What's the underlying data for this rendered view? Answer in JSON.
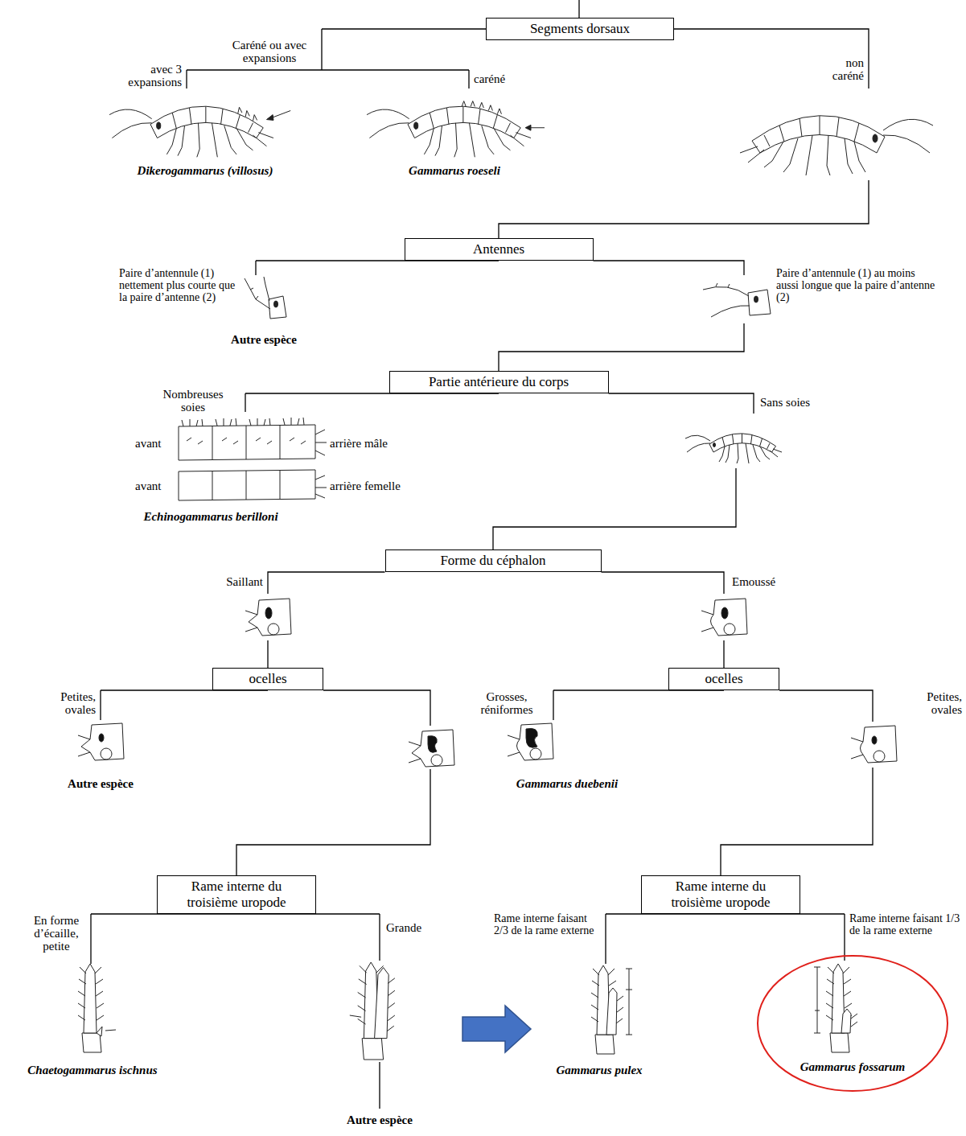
{
  "diagram": {
    "nodes": [
      {
        "text": [
          "Segments dorsaux"
        ]
      },
      {
        "text": [
          "Antennes"
        ]
      },
      {
        "text": [
          "Partie antérieure du corps"
        ]
      },
      {
        "text": [
          "Forme du céphalon"
        ]
      },
      {
        "text": [
          "ocelles"
        ]
      },
      {
        "text": [
          "ocelles"
        ]
      },
      {
        "text": [
          "Rame interne du troisième uropode"
        ]
      },
      {
        "text": [
          "Rame interne du troisième uropode"
        ]
      }
    ],
    "edges": [
      {
        "from": 0,
        "to": 1,
        "arrow": "none"
      },
      {
        "from": 1,
        "to": 2,
        "arrow": "none"
      },
      {
        "from": 2,
        "to": 3,
        "arrow": "none"
      },
      {
        "from": 3,
        "to": 4,
        "arrow": "none"
      },
      {
        "from": 3,
        "to": 5,
        "arrow": "none"
      },
      {
        "from": 4,
        "to": 6,
        "arrow": "none"
      },
      {
        "from": 5,
        "to": 7,
        "arrow": "none"
      }
    ],
    "labels": [
      "Caréné ou avec expansions",
      "avec 3 expansions",
      "caréné",
      "non caréné",
      "Dikerogammarus (villosus)",
      "Gammarus roeseli",
      "Paire d’antennule (1) nettement plus courte que la paire d’antenne (2)",
      "Autre espèce",
      "Paire d’antennule (1) au moins aussi longue que la paire d’antenne (2)",
      "Nombreuses soies",
      "avant",
      "arrière mâle",
      "avant",
      "arrière femelle",
      "Echinogammarus berilloni",
      "Sans soies",
      "Saillant",
      "Emoussé",
      "Petites, ovales",
      "Autre espèce",
      "Grosses, réniformes",
      "Gammarus duebenii",
      "Petites, ovales",
      "En forme d’écaille, petite",
      "Grande",
      "Chaetogammarus ischnus",
      "Autre espèce",
      "Rame interne faisant 2/3 de la rame externe",
      "Gammarus pulex",
      "Rame interne faisant 1/3 de la rame externe",
      "Gammarus fossarum"
    ]
  }
}
